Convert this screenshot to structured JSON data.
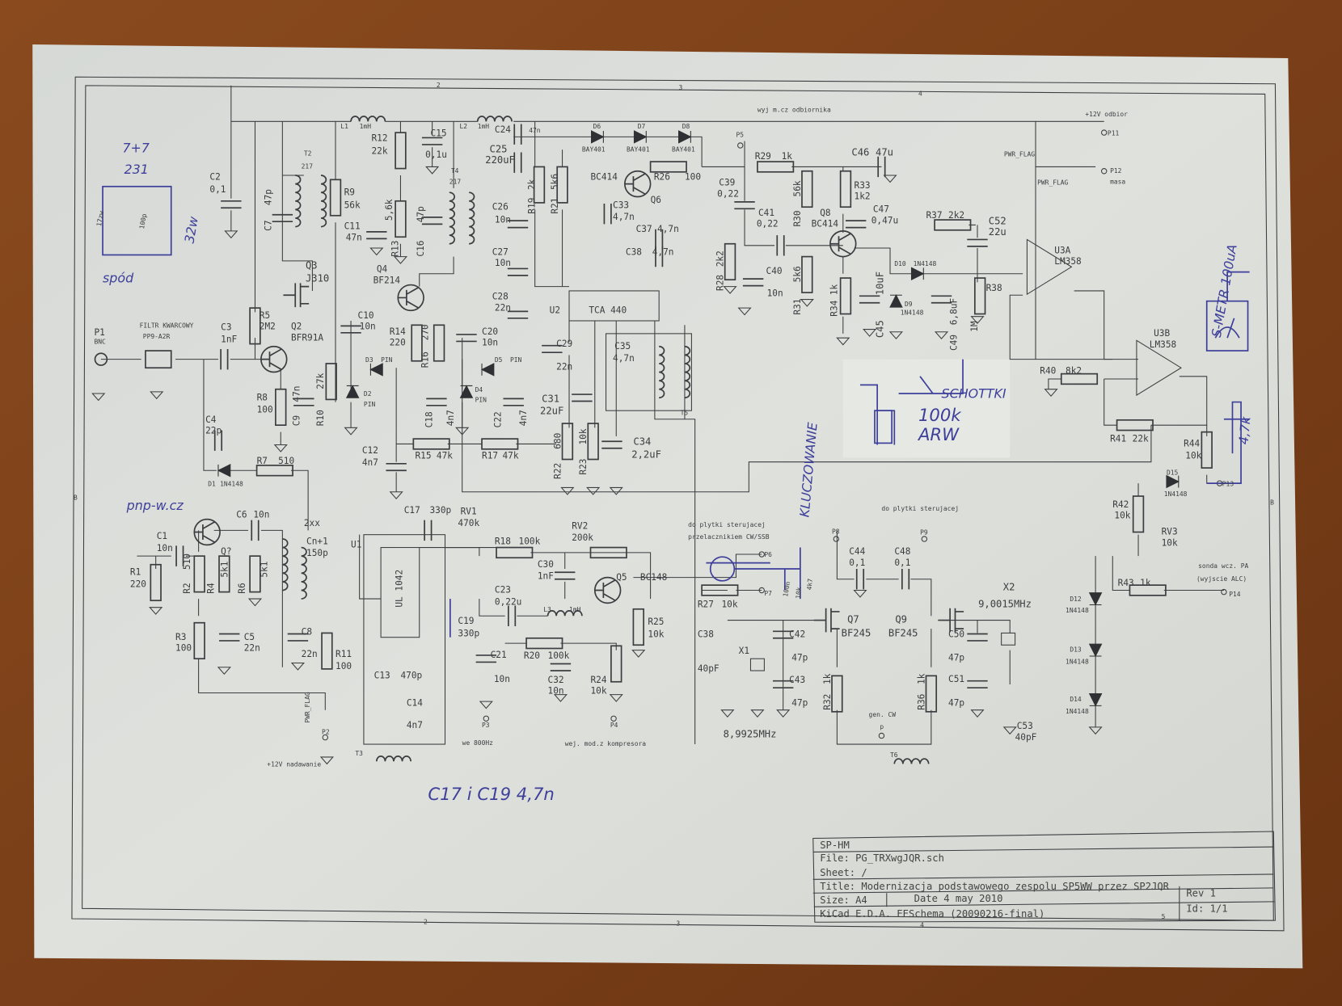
{
  "colors": {
    "ink": "#3b3d40",
    "pen": "#3d3f9a",
    "paper": "#dcdedb",
    "table": "#7a3f1a"
  },
  "title_block": {
    "company": "SP-HM",
    "file": "File: PG_TRXwgJQR.sch",
    "sheet": "Sheet: /",
    "title": "Title: Modernizacja podstawowego zespolu  SP5WW przez SP2JQR",
    "size": "Size: A4",
    "date": "Date  4 may 2010",
    "rev": "Rev  1",
    "tool": "KiCad E.D.A.  EESchema (20090216-final)",
    "id": "Id: 1/1"
  },
  "frame": {
    "top": [
      "2",
      "3",
      "4"
    ],
    "bottom": [
      "2",
      "3",
      "4",
      "5"
    ],
    "side": [
      "B",
      "B"
    ]
  },
  "components": {
    "P1": {
      "ref": "P1",
      "value": "BNC"
    },
    "FL": {
      "ref": "FILTR KWARCOWY",
      "value": "PP9-A2R"
    },
    "C1": {
      "ref": "C1",
      "value": "10n"
    },
    "C2": {
      "ref": "C2",
      "value": "0,1"
    },
    "C3": {
      "ref": "C3",
      "value": "1nF"
    },
    "C4": {
      "ref": "C4",
      "value": "22p"
    },
    "C5": {
      "ref": "C5",
      "value": "22n"
    },
    "C6": {
      "ref": "C6",
      "value": "10n"
    },
    "C7": {
      "ref": "C7",
      "value": "47p"
    },
    "C8": {
      "ref": "C8",
      "value": "22n"
    },
    "C9": {
      "ref": "C9",
      "value": "47n"
    },
    "C10": {
      "ref": "C10",
      "value": "10n"
    },
    "C11": {
      "ref": "C11",
      "value": "47n"
    },
    "C12": {
      "ref": "C12",
      "value": "4n7"
    },
    "C13": {
      "ref": "C13",
      "value": "470p"
    },
    "C14": {
      "ref": "C14",
      "value": "4n7"
    },
    "C15": {
      "ref": "C15",
      "value": "0,1u"
    },
    "C16": {
      "ref": "C16",
      "value": "47p"
    },
    "C17": {
      "ref": "C17",
      "value": "330p"
    },
    "C18": {
      "ref": "C18",
      "value": "4n7"
    },
    "C19": {
      "ref": "C19",
      "value": "330p"
    },
    "C20": {
      "ref": "C20",
      "value": "10n"
    },
    "C21": {
      "ref": "C21",
      "value": "10n"
    },
    "C22": {
      "ref": "C22",
      "value": "4n7"
    },
    "C23": {
      "ref": "C23",
      "value": "0,22u"
    },
    "C24": {
      "ref": "C24",
      "value": "47n"
    },
    "C25": {
      "ref": "C25",
      "value": "220uF"
    },
    "C26": {
      "ref": "C26",
      "value": "10n"
    },
    "C27": {
      "ref": "C27",
      "value": "10n"
    },
    "C28": {
      "ref": "C28",
      "value": "22n"
    },
    "C29": {
      "ref": "C29",
      "value": "22n"
    },
    "C30": {
      "ref": "C30",
      "value": "1nF"
    },
    "C31": {
      "ref": "C31",
      "value": "22uF"
    },
    "C32": {
      "ref": "C32",
      "value": "10n"
    },
    "C33": {
      "ref": "C33",
      "value": "4,7n"
    },
    "C34": {
      "ref": "C34",
      "value": "2,2uF"
    },
    "C35": {
      "ref": "C35",
      "value": "4,7n"
    },
    "C37": {
      "ref": "C37",
      "value": "4,7n"
    },
    "C38a": {
      "ref": "C38",
      "value": "4,7n"
    },
    "C38": {
      "ref": "C38",
      "value": "40pF"
    },
    "C39": {
      "ref": "C39",
      "value": "0,22"
    },
    "C40": {
      "ref": "C40",
      "value": "10n"
    },
    "C41": {
      "ref": "C41",
      "value": "0,22"
    },
    "C42": {
      "ref": "C42",
      "value": "47p"
    },
    "C43": {
      "ref": "C43",
      "value": "47p"
    },
    "C44": {
      "ref": "C44",
      "value": "0,1"
    },
    "C45": {
      "ref": "C45",
      "value": "10uF"
    },
    "C46": {
      "ref": "C46",
      "value": "47u"
    },
    "C47": {
      "ref": "C47",
      "value": "0,47u"
    },
    "C48": {
      "ref": "C48",
      "value": "0,1"
    },
    "C49": {
      "ref": "C49",
      "value": "6,8uF"
    },
    "C50": {
      "ref": "C50",
      "value": "47p"
    },
    "C51": {
      "ref": "C51",
      "value": "47p"
    },
    "C52": {
      "ref": "C52",
      "value": "22u"
    },
    "C53": {
      "ref": "C53",
      "value": "40pF"
    },
    "Cn": {
      "ref": "Cn+1",
      "value": "150p"
    },
    "R1": {
      "ref": "R1",
      "value": "220"
    },
    "R2": {
      "ref": "R2",
      "value": "510"
    },
    "R3": {
      "ref": "R3",
      "value": "100"
    },
    "R4": {
      "ref": "R4",
      "value": "5k1"
    },
    "R5": {
      "ref": "R5",
      "value": "2M2"
    },
    "R6": {
      "ref": "R6",
      "value": "5k1"
    },
    "R7": {
      "ref": "R7",
      "value": "510"
    },
    "R8": {
      "ref": "R8",
      "value": "100"
    },
    "R9": {
      "ref": "R9",
      "value": "56k"
    },
    "R10": {
      "ref": "R10",
      "value": "27k"
    },
    "R11": {
      "ref": "R11",
      "value": "100"
    },
    "R12": {
      "ref": "R12",
      "value": "22k"
    },
    "R13": {
      "ref": "R13",
      "value": "5,6k"
    },
    "R14": {
      "ref": "R14",
      "value": "220"
    },
    "R15": {
      "ref": "R15",
      "value": "47k"
    },
    "R16": {
      "ref": "R16",
      "value": "270"
    },
    "R17": {
      "ref": "R17",
      "value": "47k"
    },
    "R18": {
      "ref": "R18",
      "value": "100k"
    },
    "R19": {
      "ref": "R19",
      "value": "2k"
    },
    "R20": {
      "ref": "R20",
      "value": "100k"
    },
    "R21": {
      "ref": "R21",
      "value": "5k6"
    },
    "R22": {
      "ref": "R22",
      "value": "680"
    },
    "R23": {
      "ref": "R23",
      "value": "10k"
    },
    "R24": {
      "ref": "R24",
      "value": "10k"
    },
    "R25": {
      "ref": "R25",
      "value": "10k"
    },
    "R26": {
      "ref": "R26",
      "value": "100"
    },
    "R27": {
      "ref": "R27",
      "value": "10k"
    },
    "R28": {
      "ref": "R28",
      "value": "2k2"
    },
    "R29": {
      "ref": "R29",
      "value": "1k"
    },
    "R30": {
      "ref": "R30",
      "value": "56k"
    },
    "R31": {
      "ref": "R31",
      "value": "5k6"
    },
    "R32": {
      "ref": "R32",
      "value": "1k"
    },
    "R33": {
      "ref": "R33",
      "value": "1k2"
    },
    "R34": {
      "ref": "R34",
      "value": "1k"
    },
    "R36": {
      "ref": "R36",
      "value": "1k"
    },
    "R37": {
      "ref": "R37",
      "value": "2k2"
    },
    "R38": {
      "ref": "R38",
      "value": "1M"
    },
    "R40": {
      "ref": "R40",
      "value": "8k2"
    },
    "R41": {
      "ref": "R41",
      "value": "22k"
    },
    "R42": {
      "ref": "R42",
      "value": "10k"
    },
    "R43": {
      "ref": "R43",
      "value": "1k"
    },
    "R44": {
      "ref": "R44",
      "value": "10k"
    },
    "RV1": {
      "ref": "RV1",
      "value": "470k"
    },
    "RV2": {
      "ref": "RV2",
      "value": "200k"
    },
    "RV3": {
      "ref": "RV3",
      "value": "10k"
    },
    "L1": {
      "ref": "L1",
      "value": "1mH"
    },
    "L2": {
      "ref": "L2",
      "value": "1mH"
    },
    "L3": {
      "ref": "L3",
      "value": "1mH"
    },
    "T2": {
      "ref": "T2",
      "value": "217"
    },
    "T4": {
      "ref": "T4",
      "value": "217"
    },
    "T3": {
      "ref": "T3",
      "value": ""
    },
    "T5": {
      "ref": "T5",
      "value": ""
    },
    "T6": {
      "ref": "T6",
      "value": ""
    },
    "D1": {
      "ref": "D1",
      "value": "1N4148"
    },
    "D2": {
      "ref": "D2",
      "value": "PIN"
    },
    "D3": {
      "ref": "D3",
      "value": "PIN"
    },
    "D4": {
      "ref": "D4",
      "value": "PIN"
    },
    "D5": {
      "ref": "D5",
      "value": "PIN"
    },
    "D6": {
      "ref": "D6",
      "value": "BAY401"
    },
    "D7": {
      "ref": "D7",
      "value": "BAY401"
    },
    "D8": {
      "ref": "D8",
      "value": "BAY401"
    },
    "D9": {
      "ref": "D9",
      "value": "1N4148"
    },
    "D10": {
      "ref": "D10",
      "value": "1N4148"
    },
    "D12": {
      "ref": "D12",
      "value": "1N4148"
    },
    "D13": {
      "ref": "D13",
      "value": "1N4148"
    },
    "D14": {
      "ref": "D14",
      "value": "1N4148"
    },
    "D15": {
      "ref": "D15",
      "value": "1N4148"
    },
    "Q2": {
      "ref": "Q2",
      "value": "BFR91A"
    },
    "Q3": {
      "ref": "Q3",
      "value": "J310"
    },
    "Q4": {
      "ref": "Q4",
      "value": "BF214"
    },
    "Q5": {
      "ref": "Q5",
      "value": "BC148"
    },
    "Q6": {
      "ref": "Q6",
      "value": "BC414"
    },
    "Q7": {
      "ref": "Q7",
      "value": "BF245"
    },
    "Q8": {
      "ref": "Q8",
      "value": "BC414"
    },
    "Q9": {
      "ref": "Q9",
      "value": "BF245"
    },
    "Qx": {
      "ref": "Q?",
      "value": "2xx"
    },
    "U1": {
      "ref": "U1",
      "value": "UL 1042"
    },
    "U2": {
      "ref": "U2",
      "value": "TCA 440"
    },
    "U3A": {
      "ref": "U3A",
      "value": "LM358"
    },
    "U3B": {
      "ref": "U3B",
      "value": "LM358"
    },
    "X1": {
      "ref": "X1",
      "value": "8,9925MHz"
    },
    "X2": {
      "ref": "X2",
      "value": "9,0015MHz"
    }
  },
  "ports": {
    "P2": "P2",
    "P3": "P3",
    "P4": "P4",
    "P5": "P5",
    "P6": "P6",
    "P7": "P7",
    "P8": "P8",
    "P9": "P9",
    "P11": "P11",
    "P12": "P12",
    "P13": "P13",
    "P14": "P14"
  },
  "notes": {
    "rx_out": "wyj m.cz odbiornika",
    "rx_12v": "+12V odbior",
    "masa": "masa",
    "pwr_flag": "PWR_FLAG",
    "tx_12v": "+12V nadawanie",
    "we_800": "we 800Hz",
    "mod_in": "wej. mod.z kompresora",
    "ctrl1": "do plytki sterujacej",
    "ctrl1b": "przelacznikiem CW/SSB",
    "ctrl2": "do plytki sterujacej",
    "gen_cw": "gen. CW",
    "gen_p": "p",
    "pa_probe": "sonda wcz. PA",
    "alc_out": "(wyjscie ALC)"
  },
  "handwritten": {
    "turns": "7+7",
    "num": "231",
    "bottom": "spód",
    "zw17": "17zw",
    "cap100p": "100p",
    "zw32": "32w",
    "pnp": "pnp-w.cz",
    "keying": "KLUCZOWANIE",
    "r10k": "10k",
    "r4k7": "4k7",
    "c100n": "100n",
    "schottky": "SCHOTTKI",
    "pot100k": "100k",
    "arw": "ARW",
    "smeter": "S-METR 100uA",
    "r4k7b": "4,7k",
    "c17c19": "C17 i C19 4,7n"
  }
}
